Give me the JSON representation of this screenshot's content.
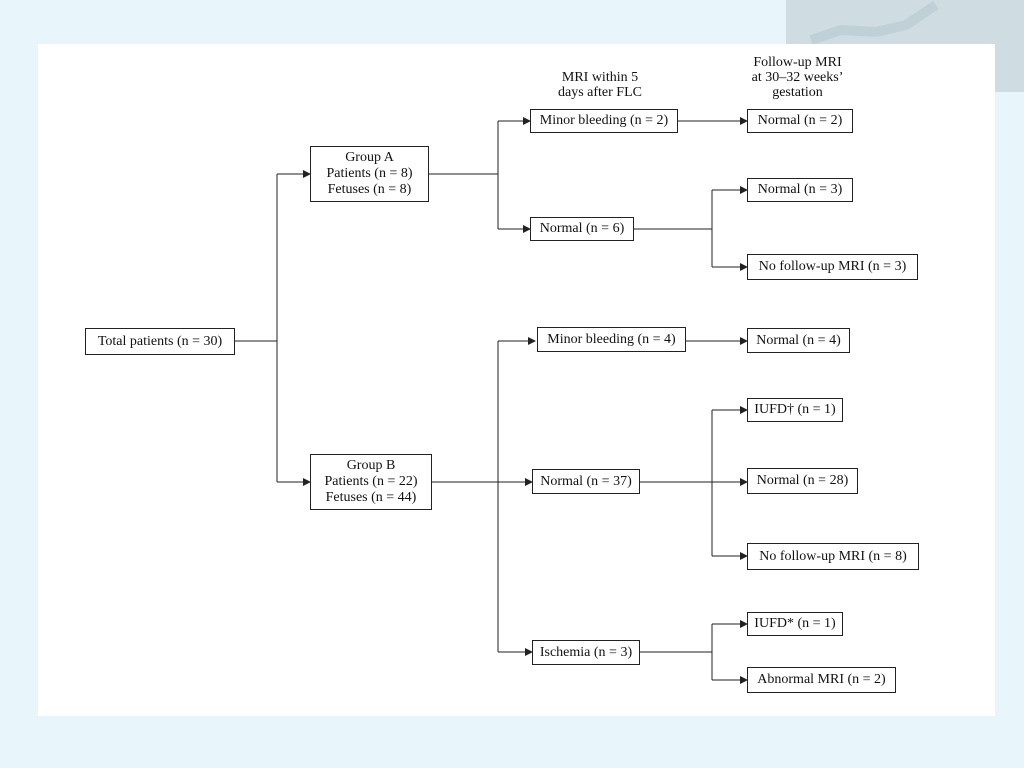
{
  "headers": {
    "mri": [
      "MRI within 5",
      "days after FLC"
    ],
    "followup": [
      "Follow-up MRI",
      "at 30–32 weeks’",
      "gestation"
    ]
  },
  "nodes": {
    "total": [
      "Total patients (n = 30)"
    ],
    "group_a": [
      "Group A",
      "Patients (n = 8)",
      "Fetuses (n = 8)"
    ],
    "group_b": [
      "Group B",
      "Patients (n = 22)",
      "Fetuses (n = 44)"
    ],
    "a_minor": [
      "Minor bleeding (n = 2)"
    ],
    "a_normal": [
      "Normal (n = 6)"
    ],
    "a_minor_normal": [
      "Normal (n = 2)"
    ],
    "a_normal_normal": [
      "Normal (n = 3)"
    ],
    "a_normal_nofu": [
      "No follow-up MRI (n = 3)"
    ],
    "b_minor": [
      "Minor bleeding (n = 4)"
    ],
    "b_normal": [
      "Normal (n = 37)"
    ],
    "b_ischemia": [
      "Ischemia (n = 3)"
    ],
    "b_minor_normal": [
      "Normal (n = 4)"
    ],
    "b_normal_iufd": [
      "IUFD† (n = 1)"
    ],
    "b_normal_normal": [
      "Normal (n = 28)"
    ],
    "b_normal_nofu": [
      "No follow-up MRI (n = 8)"
    ],
    "b_isch_iufd": [
      "IUFD* (n = 1)"
    ],
    "b_isch_abnormal": [
      "Abnormal MRI (n = 2)"
    ]
  }
}
